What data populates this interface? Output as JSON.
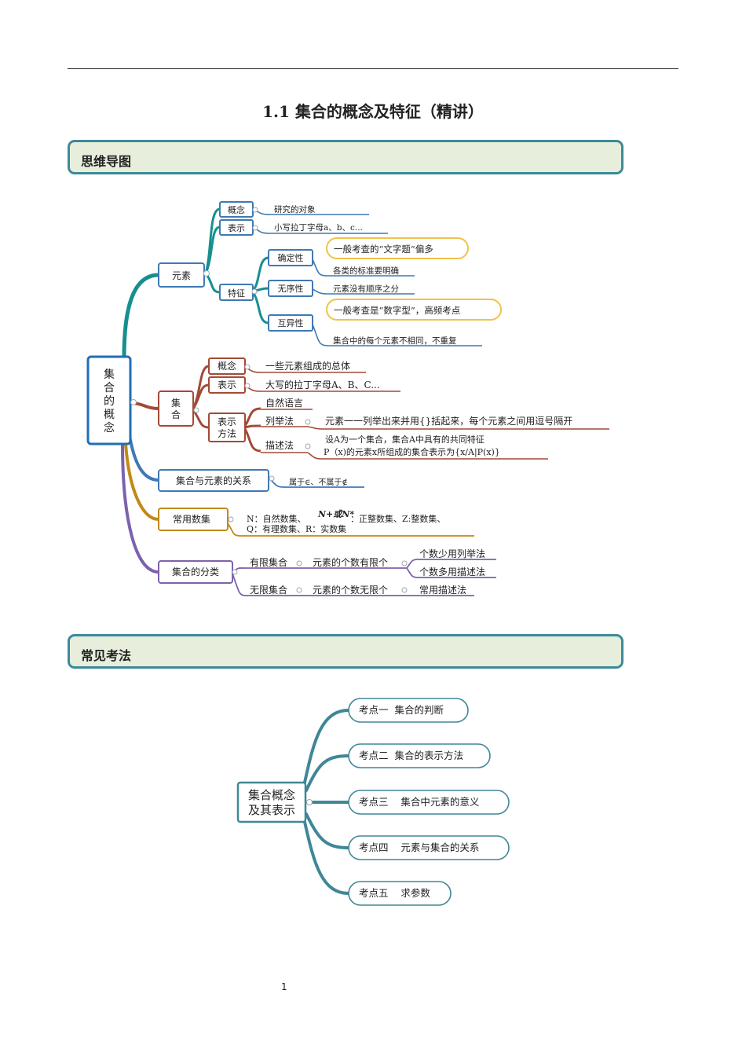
{
  "page": {
    "title": "1.1 集合的概念及特征（精讲）",
    "section1": "思维导图",
    "section2": "常见考法",
    "page_number": "1"
  },
  "mindmap": {
    "root": "集合的概念",
    "yuansu": {
      "label": "元素",
      "gainian": "概念",
      "gainian_desc": "研究的对象",
      "biaoshi": "表示",
      "biaoshi_desc": "小写拉丁字母a、b、c...",
      "tezheng": "特征",
      "quedingxing": "确定性",
      "quedingxing_note": "一般考查的“文字题”偏多",
      "quedingxing_desc": "各类的标准要明确",
      "wuxuxing": "无序性",
      "wuxuxing_desc": "元素没有顺序之分",
      "huyixing": "互异性",
      "huyixing_note": "一般考查是“数字型”，高频考点",
      "huyixing_desc": "集合中的每个元素不相同，不重复"
    },
    "jihe": {
      "label": "集合",
      "gainian": "概念",
      "gainian_desc": "一些元素组成的总体",
      "biaoshi": "表示",
      "biaoshi_desc": "大写的拉丁字母A、B、C...",
      "fangfa": "表示方法",
      "ziran": "自然语言",
      "liejufa": "列举法",
      "liejufa_desc": "元素一一列举出来并用{}括起来，每个元素之间用逗号隔开",
      "miaoshufa": "描述法",
      "miaoshufa_desc1": "设A为一个集合，集合A中具有的共同特征",
      "miaoshufa_desc2": "P（x)的元素x所组成的集合表示为{x/A|P(x)}"
    },
    "guanxi": {
      "label": "集合与元素的关系",
      "desc": "属于∈、不属于∉"
    },
    "shuji": {
      "label": "常用数集",
      "line1_a": "N：自然数集、",
      "line1_sym": "N+或N*",
      "line1_b": "：正整数集、Z:整数集、",
      "line2": "Q：有理数集、R：实数集"
    },
    "fenlei": {
      "label": "集合的分类",
      "youxian": "有限集合",
      "youxian_desc": "元素的个数有限个",
      "youxian_a": "个数少用列举法",
      "youxian_b": "个数多用描述法",
      "wuxian": "无限集合",
      "wuxian_desc": "元素的个数无限个",
      "wuxian_a": "常用描述法"
    }
  },
  "kaofa": {
    "center": "集合概念及其表示",
    "center_line1": "集合概念",
    "center_line2": "及其表示",
    "items": [
      "考点一  集合的判断",
      "考点二  集合的表示方法",
      "考点三    集合中元素的意义",
      "考点四    元素与集合的关系",
      "考点五    求参数"
    ]
  },
  "colors": {
    "teal": "#168f8f",
    "brown": "#a24a36",
    "blue": "#3f79b5",
    "gold": "#c18a17",
    "purple": "#7c62ad",
    "band_fill": "#e7eedc",
    "band_border": "#3c8a99",
    "note_border": "#f0c24a",
    "kaofa_line": "#3f8797"
  }
}
